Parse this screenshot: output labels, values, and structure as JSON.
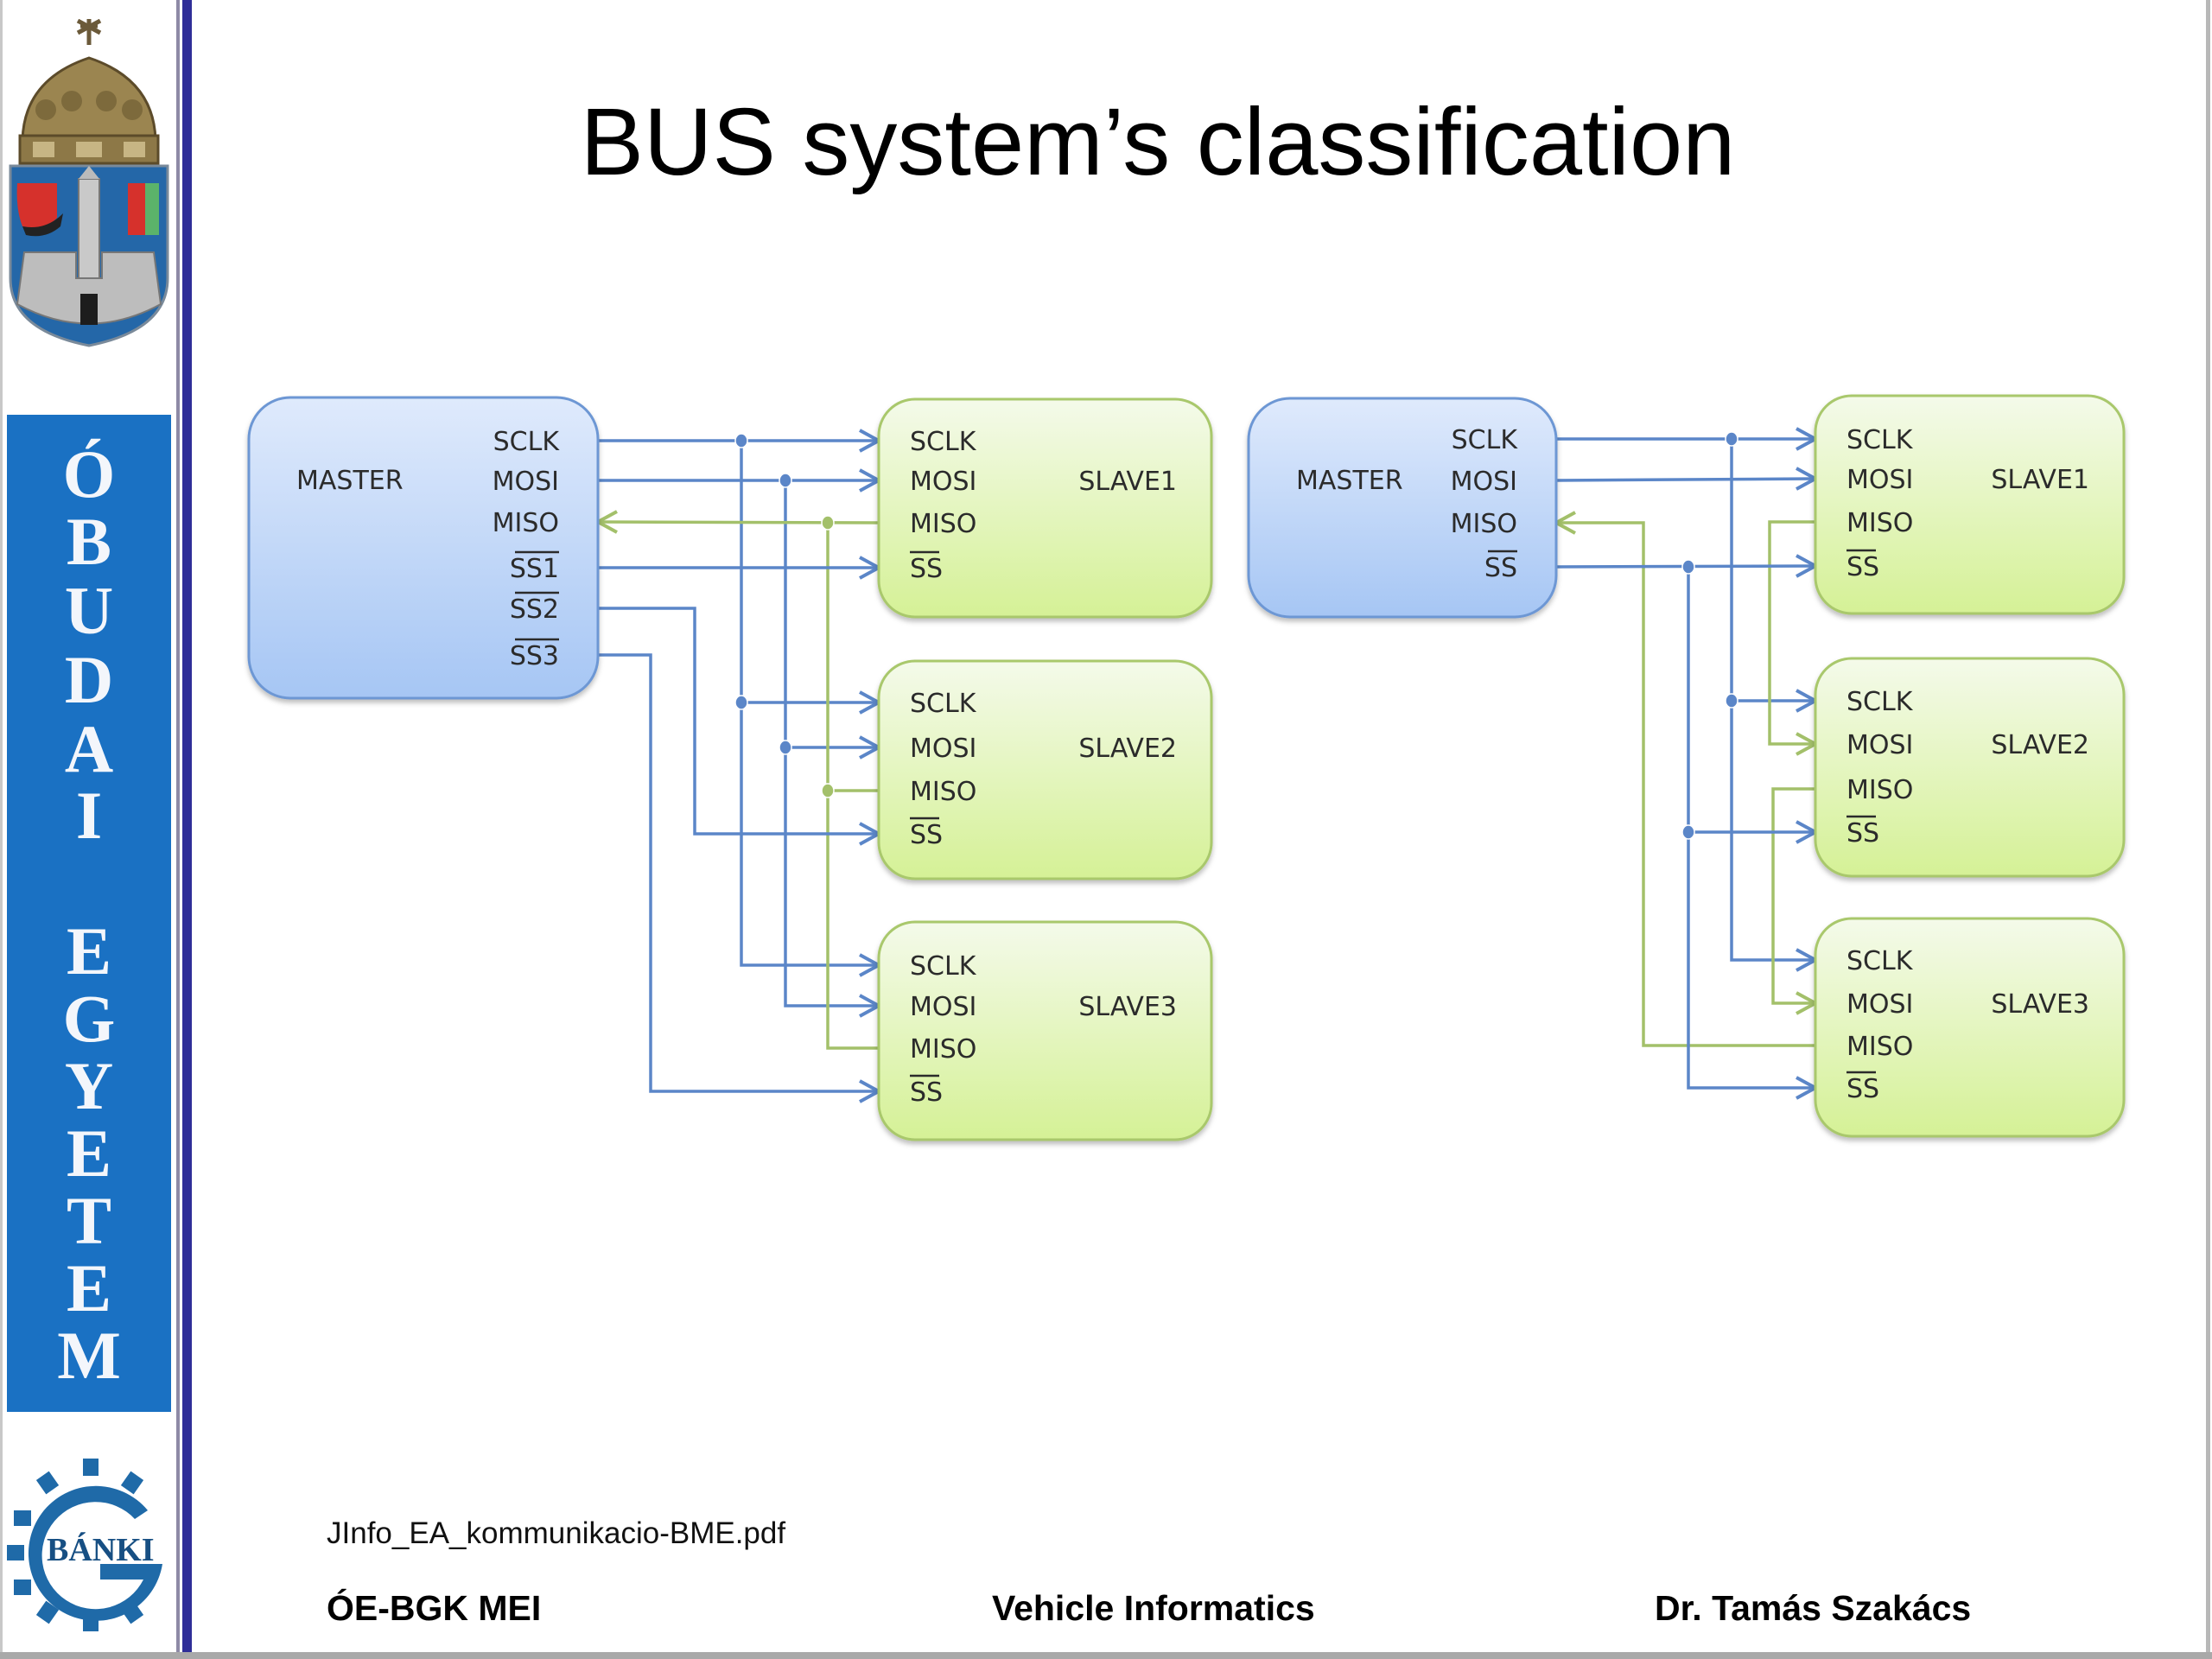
{
  "slide": {
    "title": "BUS system’s classification",
    "source": "JInfo_EA_kommunikacio-BME.pdf",
    "footer": {
      "left": "ÓE-BGK MEI",
      "center": "Vehicle Informatics",
      "right": "Dr. Tamás Szakács"
    }
  },
  "sidebar": {
    "crest_icon": "university-crest-icon",
    "university_letters": [
      "Ó",
      "B",
      "U",
      "D",
      "A",
      "I",
      "E",
      "G",
      "Y",
      "E",
      "T",
      "E",
      "M"
    ],
    "university_name": "ÓBUDAI EGYETEM",
    "gear_logo_text": "BÁNKI",
    "colors": {
      "band": "#1a71c3",
      "navy_line": "#2f2e98"
    }
  },
  "diagram": {
    "colors": {
      "blue_line": "#5b86c8",
      "green_line": "#a3c06a",
      "master_fill_top": "#dde9fb",
      "master_fill_bottom": "#a9c8f5",
      "slave_fill_top": "#f3f9e6",
      "slave_fill_bottom": "#d7f29a"
    },
    "left": {
      "name": "independent-slave-select",
      "master": {
        "label": "MASTER",
        "pins": [
          "SCLK",
          "MOSI",
          "MISO",
          "SS1",
          "SS2",
          "SS3"
        ],
        "overlined": [
          "SS1",
          "SS2",
          "SS3"
        ]
      },
      "slaves": [
        {
          "label": "SLAVE1",
          "pins": [
            "SCLK",
            "MOSI",
            "MISO",
            "SS"
          ]
        },
        {
          "label": "SLAVE2",
          "pins": [
            "SCLK",
            "MOSI",
            "MISO",
            "SS"
          ]
        },
        {
          "label": "SLAVE3",
          "pins": [
            "SCLK",
            "MOSI",
            "MISO",
            "SS"
          ]
        }
      ]
    },
    "right": {
      "name": "daisy-chain",
      "master": {
        "label": "MASTER",
        "pins": [
          "SCLK",
          "MOSI",
          "MISO",
          "SS"
        ],
        "overlined": [
          "SS"
        ]
      },
      "slaves": [
        {
          "label": "SLAVE1",
          "pins": [
            "SCLK",
            "MOSI",
            "MISO",
            "SS"
          ]
        },
        {
          "label": "SLAVE2",
          "pins": [
            "SCLK",
            "MOSI",
            "MISO",
            "SS"
          ]
        },
        {
          "label": "SLAVE3",
          "pins": [
            "SCLK",
            "MOSI",
            "MISO",
            "SS"
          ]
        }
      ]
    }
  }
}
